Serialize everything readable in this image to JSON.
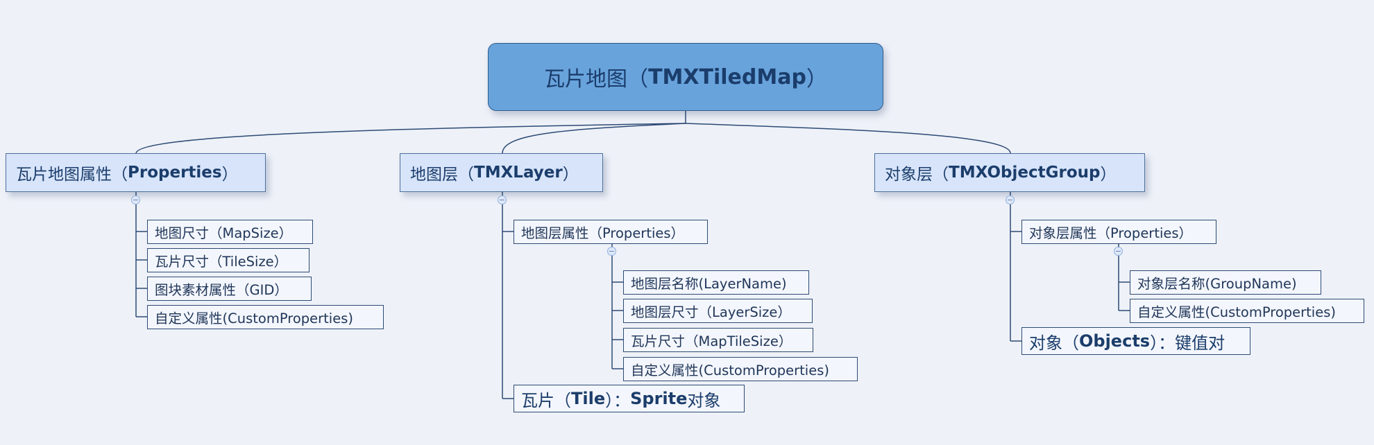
{
  "root": {
    "pre": "瓦片地图（",
    "bold": "TMXTiledMap",
    "post": "）"
  },
  "branches": {
    "properties": {
      "pre": "瓦片地图属性（",
      "bold": "Properties",
      "post": "）"
    },
    "layer": {
      "pre": "地图层（",
      "bold": "TMXLayer",
      "post": "）"
    },
    "object_group": {
      "pre": "对象层（",
      "bold": "TMXObjectGroup",
      "post": "）"
    }
  },
  "map_properties": {
    "items": [
      "地图尺寸（MapSize）",
      "瓦片尺寸（TileSize）",
      "图块素材属性（GID）",
      "自定义属性(CustomProperties)"
    ]
  },
  "layer": {
    "properties_label": "地图层属性（Properties）",
    "properties_items": [
      "地图层名称(LayerName)",
      "地图层尺寸（LayerSize）",
      "瓦片尺寸（MapTileSize）",
      "自定义属性(CustomProperties)"
    ],
    "tile": {
      "pre": "瓦片（",
      "bold": "Tile",
      "mid": "）：",
      "bold2": "Sprite",
      "post": "对象"
    }
  },
  "object_group": {
    "properties_label": "对象层属性（Properties）",
    "properties_items": [
      "对象层名称(GroupName)",
      "自定义属性(CustomProperties)"
    ],
    "objects": {
      "pre": "对象（",
      "bold": "Objects",
      "post": "）：键值对"
    }
  },
  "toggle_symbol": "−",
  "colors": {
    "background": "#eef1f8",
    "root_fill": "#68a3dc",
    "branch_fill": "#d7e4fa",
    "leaf_fill": "#f3f6fc",
    "line": "#2c4a74"
  }
}
